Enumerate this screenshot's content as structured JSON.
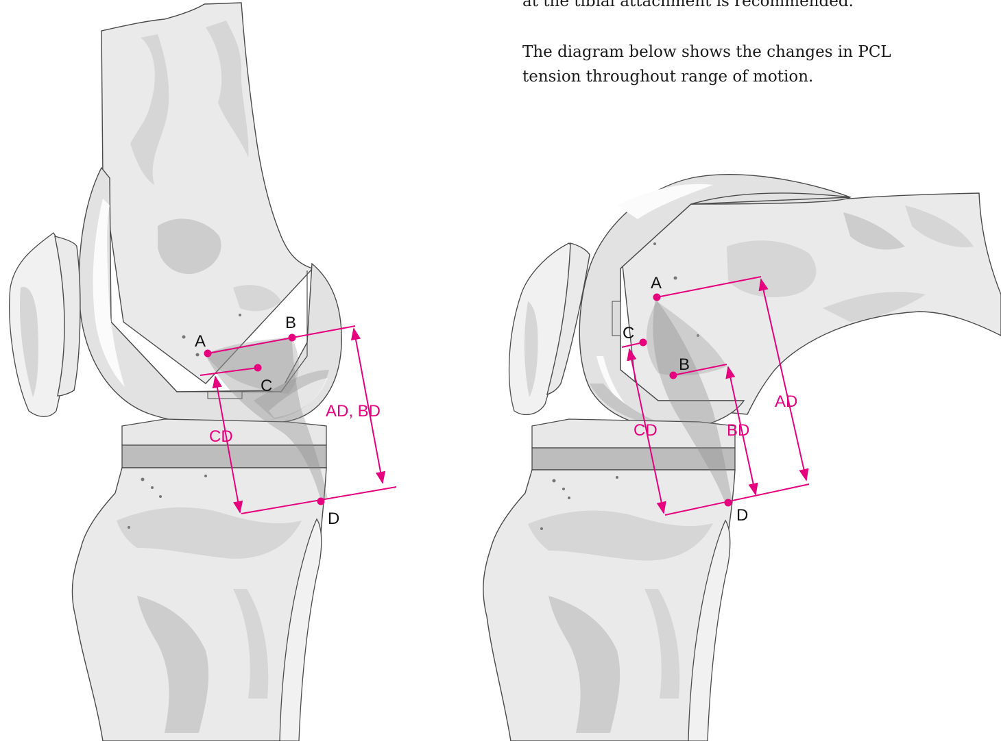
{
  "text": {
    "paragraph_1": "at the tibial attachment is recommended.",
    "paragraph_2": "The diagram below shows the changes in PCL\ntension throughout range of motion."
  },
  "extension_view": {
    "points": [
      "A",
      "B",
      "C",
      "D"
    ],
    "dimension_labels": [
      "AD, BD",
      "CD"
    ]
  },
  "flexion_view": {
    "points": [
      "A",
      "C",
      "B",
      "D"
    ],
    "dimension_labels": [
      "AD",
      "BD",
      "CD"
    ]
  },
  "colors": {
    "measurement": "#e6007e",
    "bone": "#eaeaea",
    "outline": "#4a4a4a"
  }
}
